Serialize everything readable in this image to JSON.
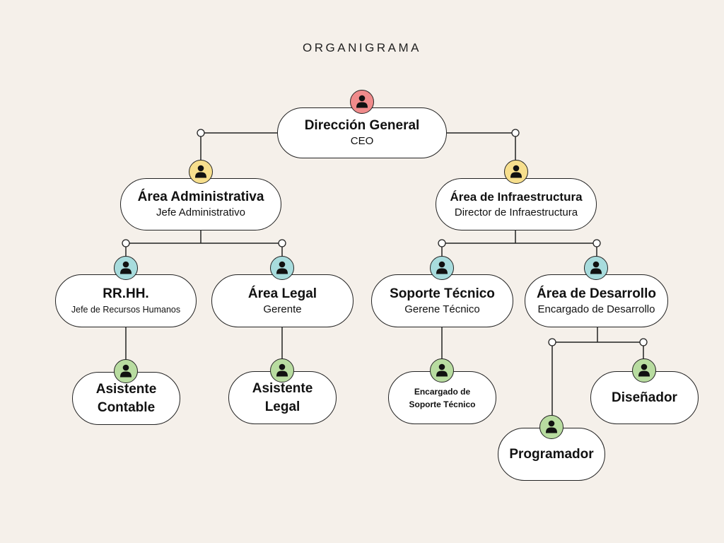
{
  "title": "ORGANIGRAMA",
  "nodes": {
    "ceo": {
      "title": "Dirección General",
      "subtitle": "CEO"
    },
    "admin": {
      "title": "Área Administrativa",
      "subtitle": "Jefe Administrativo"
    },
    "infra": {
      "title": "Área de Infraestructura",
      "subtitle": "Director de Infraestructura"
    },
    "rrhh": {
      "title": "RR.HH.",
      "subtitle": "Jefe de Recursos Humanos"
    },
    "legal": {
      "title": "Área Legal",
      "subtitle": "Gerente"
    },
    "soporte": {
      "title": "Soporte Técnico",
      "subtitle": "Gerene Técnico"
    },
    "desarrollo": {
      "title": "Área de Desarrollo",
      "subtitle": "Encargado de Desarrollo"
    },
    "contable": {
      "title": "Asistente Contable"
    },
    "asis_legal": {
      "title": "Asistente Legal"
    },
    "enc_soporte": {
      "title": "Encargado de Soporte Técnico"
    },
    "disenador": {
      "title": "Diseñador"
    },
    "programador": {
      "title": "Programador"
    }
  },
  "colors": {
    "level1": "#f08b8b",
    "level2": "#f7df8d",
    "level3": "#a8dcdd",
    "level4": "#b8dca0",
    "background": "#f5f0ea"
  },
  "icons": {
    "avatar": "person-icon"
  }
}
